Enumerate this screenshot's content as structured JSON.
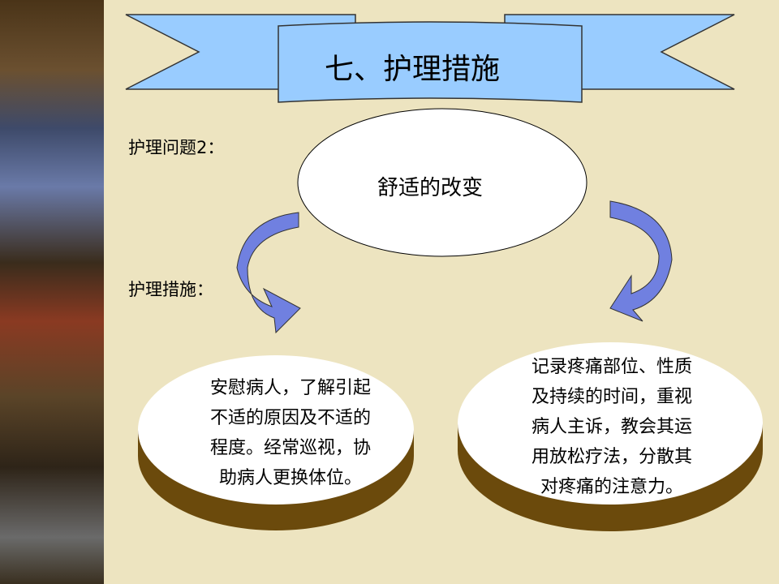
{
  "title": "七、护理措施",
  "problem_label": "护理问题2：",
  "problem": "舒适的改变",
  "measures_label": "护理措施：",
  "left_box": [
    "安慰病人，了解引起",
    "不适的原因及不适的",
    "程度。经常巡视，协",
    "助病人更换体位。"
  ],
  "right_box": [
    "记录疼痛部位、性质",
    "及持续的时间，重视",
    "病人主诉，教会其运",
    "用放松疗法，分散其",
    "对疼痛的注意力。"
  ],
  "colors": {
    "background": "#ede4c0",
    "banner": "#99ccff",
    "arrow": "#6f7fe0",
    "shadow": "#6b4a0c"
  }
}
